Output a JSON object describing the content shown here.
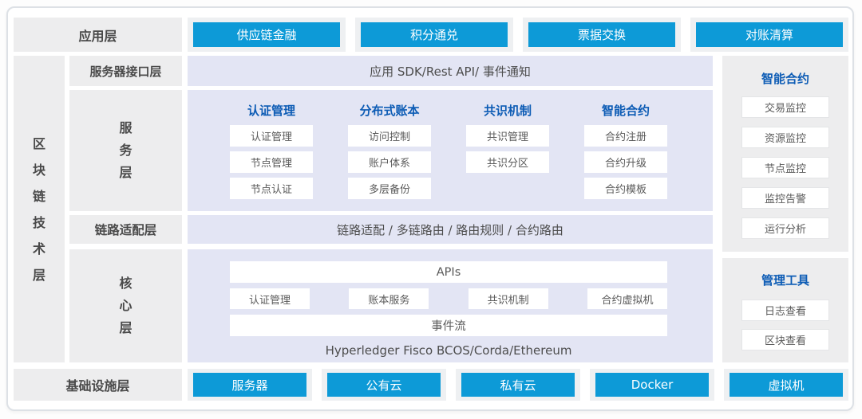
{
  "colors": {
    "accent_blue": "#0d9ad7",
    "header_blue": "#0d5cb5",
    "lavender_bg": "#e3e5f4",
    "label_gray_bg": "#ededee",
    "cell_gray_bg": "#eef0f2"
  },
  "app_layer": {
    "label": "应用层",
    "buttons": [
      "供应链金融",
      "积分通兑",
      "票据交换",
      "对账清算"
    ]
  },
  "tech_layer": {
    "label": "区\n块\n链\n技\n术\n层"
  },
  "interface_layer": {
    "label": "服务器接口层",
    "content": "应用 SDK/Rest API/ 事件通知"
  },
  "service_layer": {
    "label": "服\n务\n层",
    "columns": [
      {
        "title": "认证管理",
        "items": [
          "认证管理",
          "节点管理",
          "节点认证"
        ]
      },
      {
        "title": "分布式账本",
        "items": [
          "访问控制",
          "账户体系",
          "多层备份"
        ]
      },
      {
        "title": "共识机制",
        "items": [
          "共识管理",
          "共识分区"
        ]
      },
      {
        "title": "智能合约",
        "items": [
          "合约注册",
          "合约升级",
          "合约模板"
        ]
      }
    ]
  },
  "link_layer": {
    "label": "链路适配层",
    "content": "链路适配 / 多链路由 / 路由规则 / 合约路由"
  },
  "core_layer": {
    "label": "核\n心\n层",
    "apis_bar": "APIs",
    "modules": [
      "认证管理",
      "账本服务",
      "共识机制",
      "合约虚拟机"
    ],
    "event_bar": "事件流",
    "platforms": "Hyperledger Fisco BCOS/Corda/Ethereum"
  },
  "monitor_panel": {
    "title": "智能合约",
    "items": [
      "交易监控",
      "资源监控",
      "节点监控",
      "监控告警",
      "运行分析"
    ]
  },
  "tools_panel": {
    "title": "管理工具",
    "items": [
      "日志查看",
      "区块查看"
    ]
  },
  "infra_layer": {
    "label": "基础设施层",
    "buttons": [
      "服务器",
      "公有云",
      "私有云",
      "Docker",
      "虚拟机"
    ]
  }
}
